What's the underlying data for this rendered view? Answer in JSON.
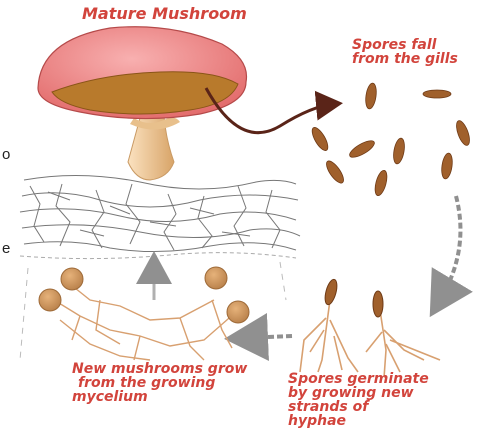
{
  "labels": {
    "mature_mushroom": "Mature Mushroom",
    "spores_fall": [
      "Spores fall",
      "from the gills"
    ],
    "germinate": [
      "Spores germinate",
      "by growing new",
      "strands of",
      "hyphae"
    ],
    "new_mushrooms": [
      "New mushrooms grow",
      "from the growing",
      "mycelium"
    ]
  },
  "edge_text": {
    "top": "o",
    "bottom": "e"
  },
  "colors": {
    "label": "#d2443c",
    "cap_top": "#f08a8a",
    "cap_under": "#c07e2a",
    "stem": "#f0c898",
    "spore": "#a0602c",
    "arrow_dark": "#5a2418",
    "arrow_grey": "#909090",
    "mycelium": "#d8a070",
    "soil": "#777777"
  }
}
